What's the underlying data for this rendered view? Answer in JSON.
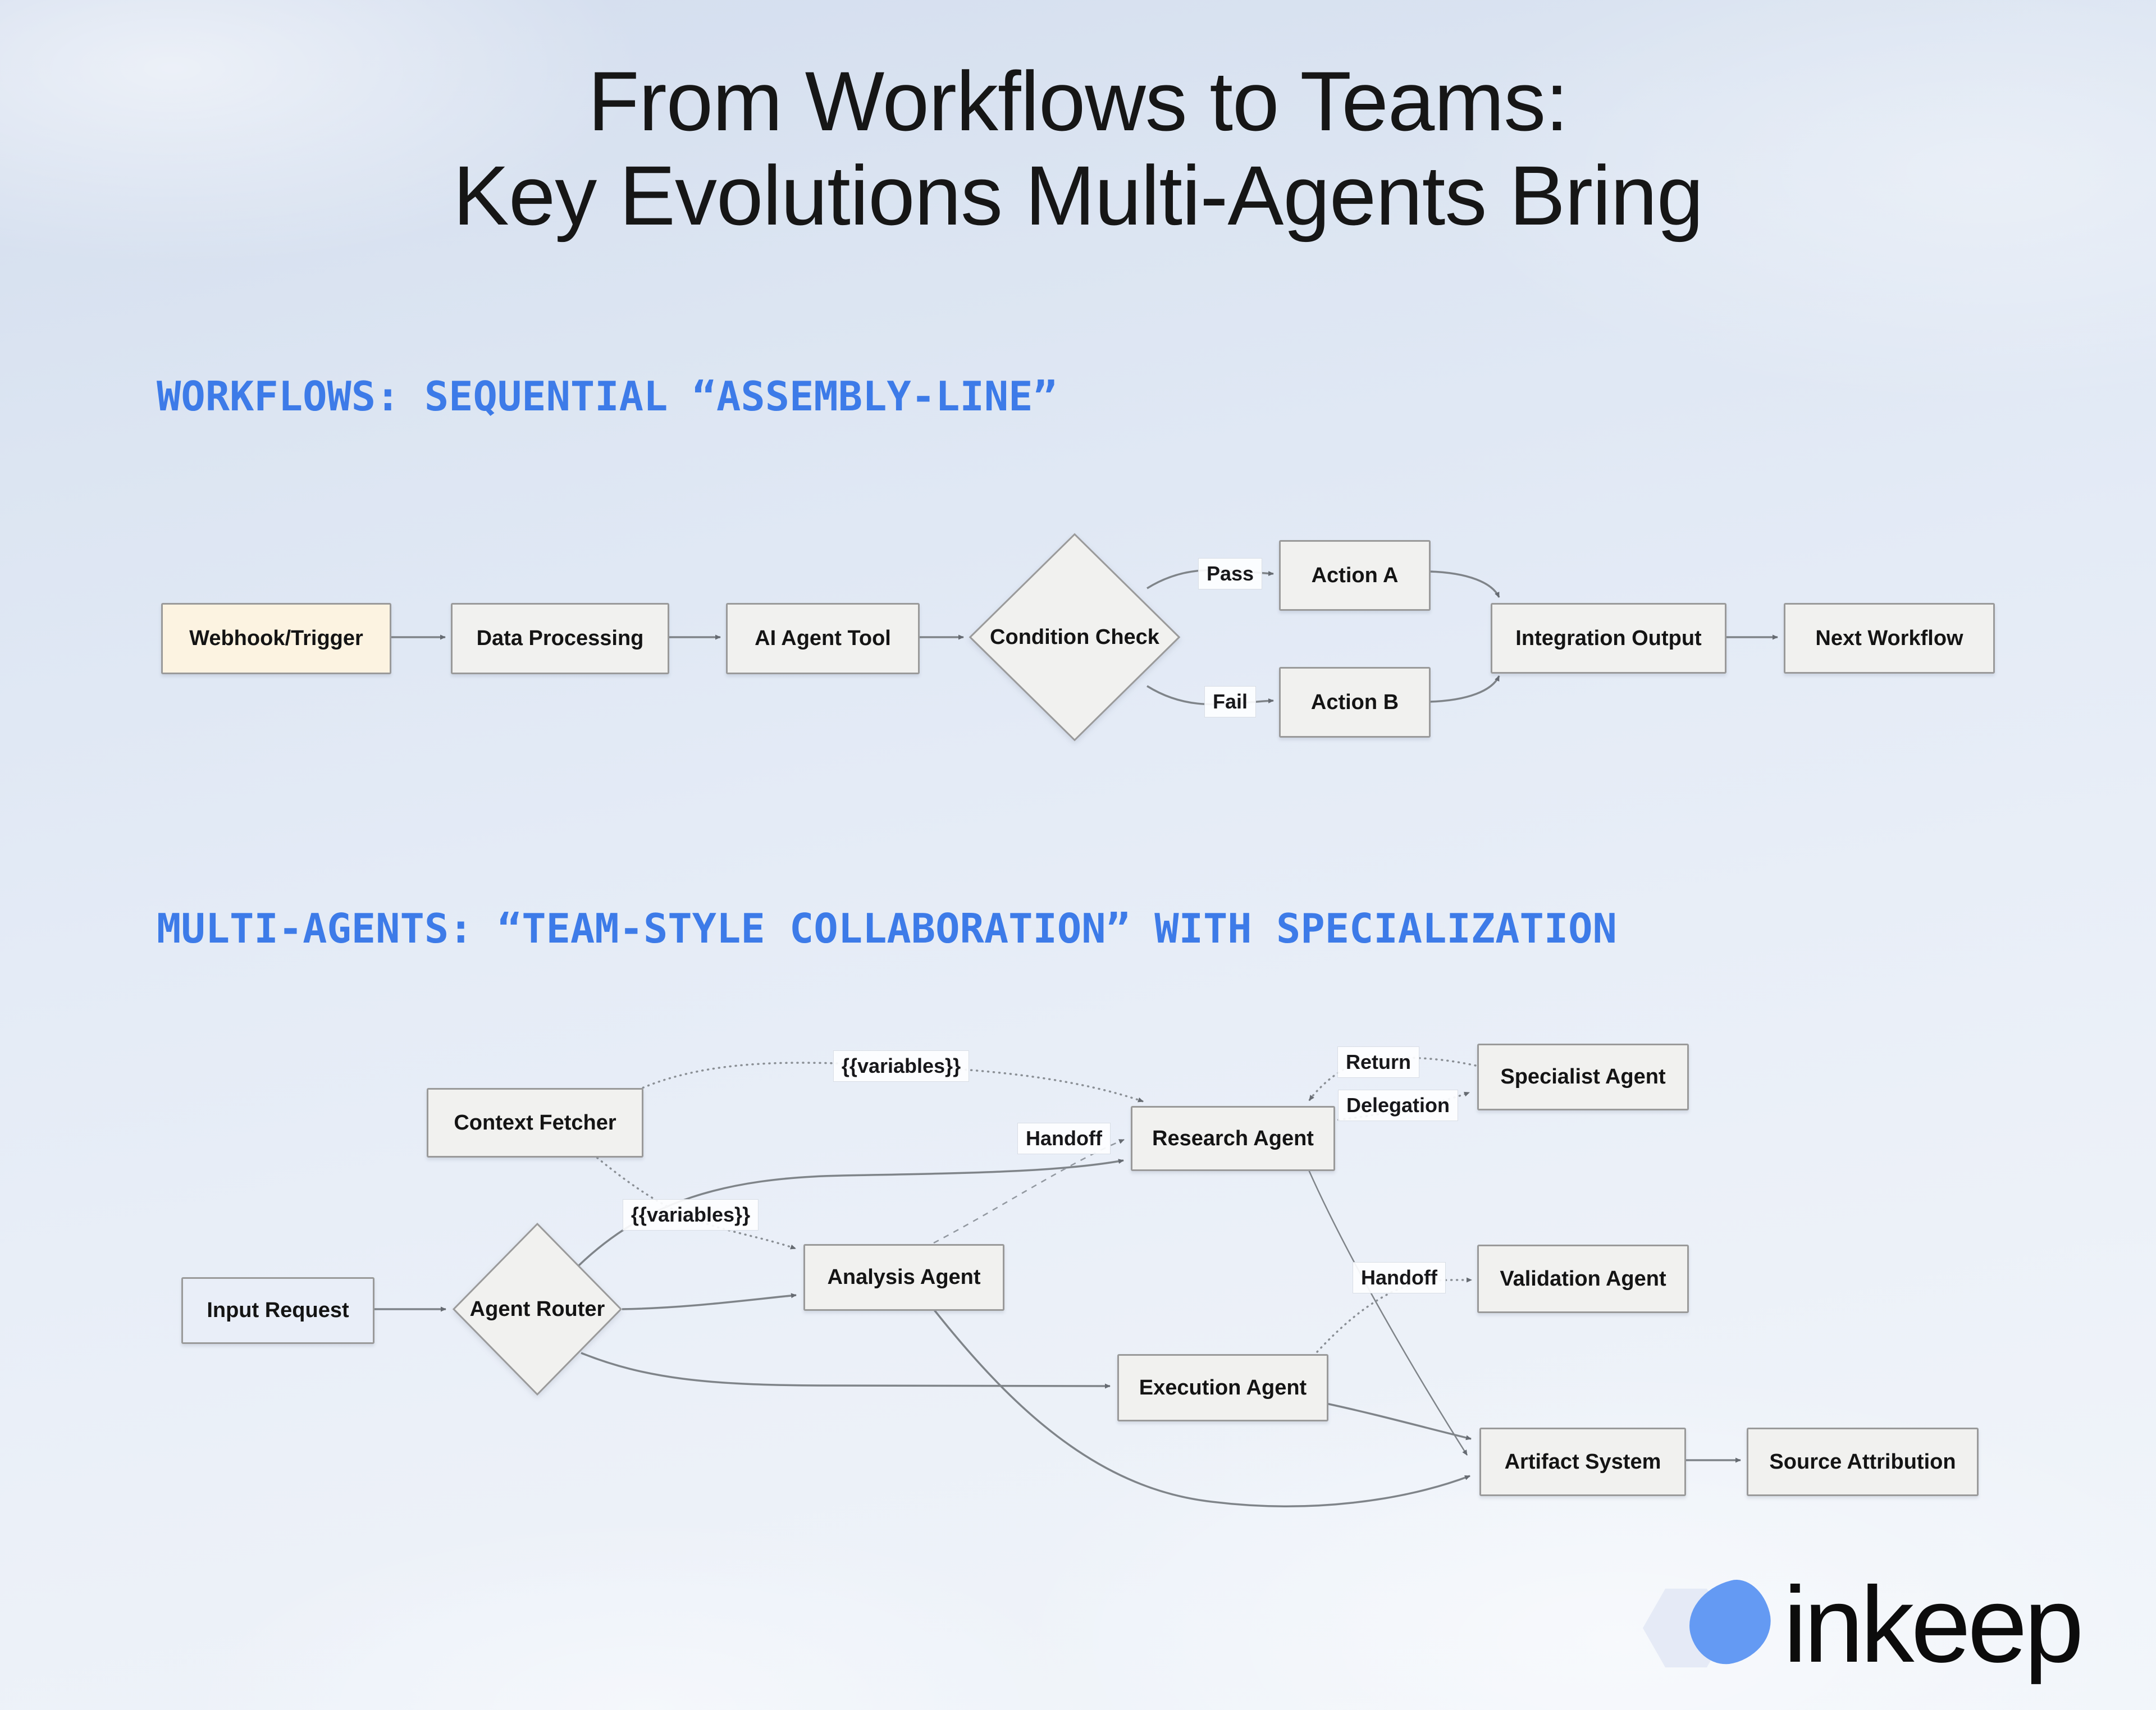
{
  "title": {
    "line1": "From Workflows to Teams:",
    "line2": "Key Evolutions Multi-Agents Bring"
  },
  "colors": {
    "heading_blue": "#3d7be8",
    "node_fill": "#f1f1ef",
    "node_border": "#9a9a9a",
    "start_node_fill": "#fcf3e1",
    "input_node_fill": "#e9eef8",
    "edge_gray": "#7f7f7f",
    "logo_blue": "#649af3",
    "background_blue": "#dce5f2"
  },
  "workflows": {
    "heading": "WORKFLOWS: SEQUENTIAL “ASSEMBLY-LINE”",
    "nodes": {
      "webhook": "Webhook/Trigger",
      "data_processing": "Data Processing",
      "ai_agent_tool": "AI Agent Tool",
      "condition_check": "Condition Check",
      "action_a": "Action A",
      "action_b": "Action B",
      "integration_output": "Integration Output",
      "next_workflow": "Next Workflow"
    },
    "edge_labels": {
      "pass": "Pass",
      "fail": "Fail"
    }
  },
  "multi_agents": {
    "heading": "MULTI-AGENTS: “TEAM-STYLE COLLABORATION” WITH SPECIALIZATION",
    "nodes": {
      "input_request": "Input Request",
      "agent_router": "Agent Router",
      "context_fetcher": "Context Fetcher",
      "analysis_agent": "Analysis Agent",
      "research_agent": "Research Agent",
      "specialist_agent": "Specialist Agent",
      "validation_agent": "Validation Agent",
      "execution_agent": "Execution Agent",
      "artifact_system": "Artifact System",
      "source_attribution": "Source Attribution"
    },
    "edge_labels": {
      "variables_top": "{{variables}}",
      "variables_mid": "{{variables}}",
      "handoff_research": "Handoff",
      "return_label": "Return",
      "delegation": "Delegation",
      "handoff_validation": "Handoff"
    }
  },
  "logo": {
    "wordmark": "inkeep"
  }
}
